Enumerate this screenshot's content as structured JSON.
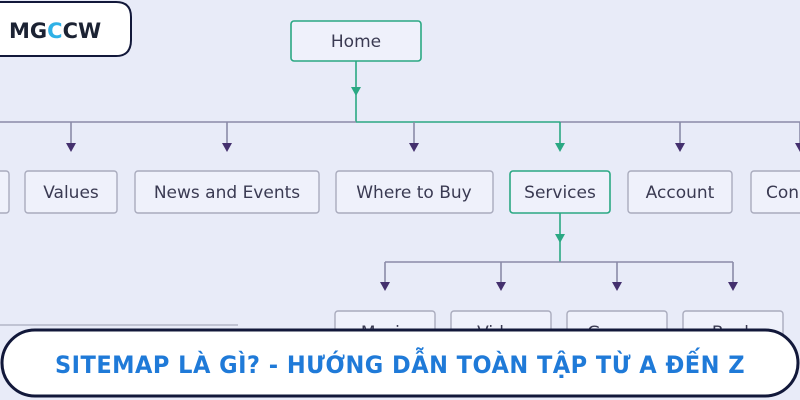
{
  "logo": {
    "text_parts": [
      "MG",
      "C",
      "CW"
    ],
    "colors": [
      "#1b2233",
      "#2fb1e6",
      "#1b2233"
    ]
  },
  "colors": {
    "background": "#e8ebf8",
    "node_fill": "#eff1fb",
    "node_border": "#a9abbd",
    "highlight_border": "#2aa883",
    "connector_default": "#8a8aa8",
    "connector_highlight": "#2aa883",
    "arrow_default": "#44306e",
    "arrow_highlight": "#2aa883",
    "banner_border": "#12183a",
    "banner_text": "#1f7ad8"
  },
  "sitemap": {
    "root": {
      "label": "Home",
      "highlighted": true
    },
    "level1": [
      {
        "label": "",
        "highlighted": false
      },
      {
        "label": "Values",
        "highlighted": false
      },
      {
        "label": "News and Events",
        "highlighted": false
      },
      {
        "label": "Where to Buy",
        "highlighted": false
      },
      {
        "label": "Services",
        "highlighted": true
      },
      {
        "label": "Account",
        "highlighted": false
      },
      {
        "label": "Con",
        "highlighted": false
      }
    ],
    "level2": [
      {
        "label": "Music"
      },
      {
        "label": "Video"
      },
      {
        "label": "Games"
      },
      {
        "label": "Book"
      }
    ]
  },
  "banner": {
    "title": "SITEMAP LÀ GÌ? - HƯỚNG DẪN TOÀN TẬP TỪ A ĐẾN Z"
  }
}
